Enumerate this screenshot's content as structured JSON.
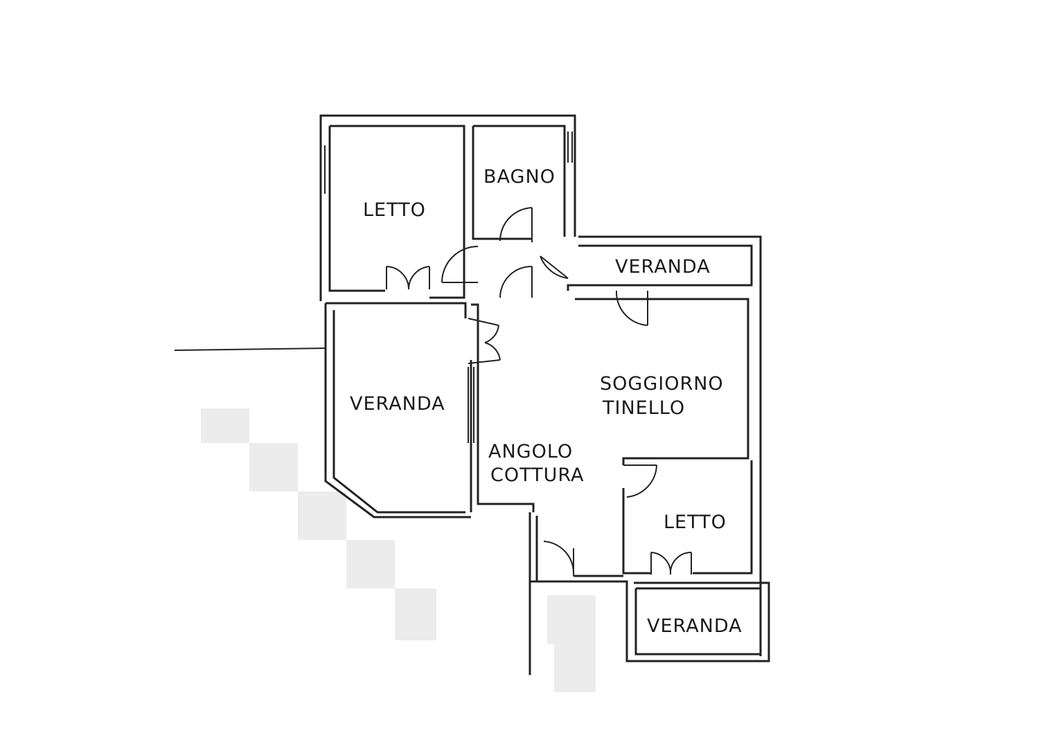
{
  "rooms": {
    "letto_top": "LETTO",
    "bagno": "BAGNO",
    "veranda_top_right": "VERANDA",
    "veranda_left": "VERANDA",
    "soggiorno_line1": "SOGGIORNO",
    "soggiorno_line2": "TINELLO",
    "angolo_line1": "ANGOLO",
    "angolo_line2": "COTTURA",
    "letto_bottom": "LETTO",
    "veranda_bottom": "VERANDA"
  },
  "colors": {
    "wall": "#222222",
    "background": "#ffffff"
  }
}
